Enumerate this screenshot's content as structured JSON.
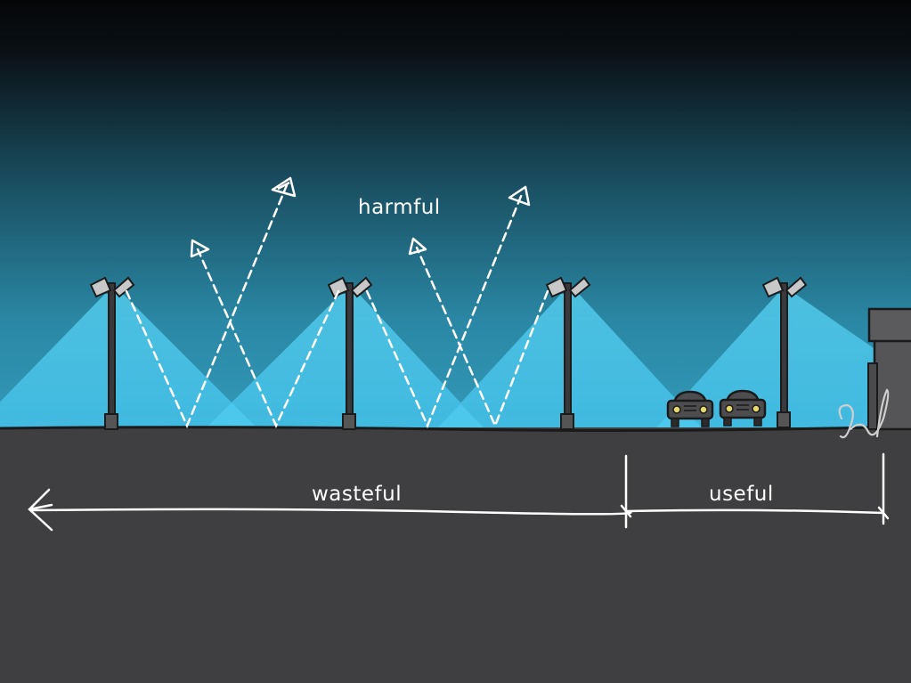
{
  "labels": {
    "harmful": "harmful",
    "wasteful": "wasteful",
    "useful": "useful"
  },
  "colors": {
    "sky_top": "#050608",
    "sky_bottom": "#2e8fad",
    "light_cone": "#4fd0f5",
    "ground": "#3f3f41",
    "ground_edge": "#1a1a1b",
    "pole": "#3a3a3c",
    "ray": "#ffffff"
  },
  "icons": [
    "street-lamp-icon",
    "car-icon",
    "building-icon",
    "artist-signature"
  ]
}
